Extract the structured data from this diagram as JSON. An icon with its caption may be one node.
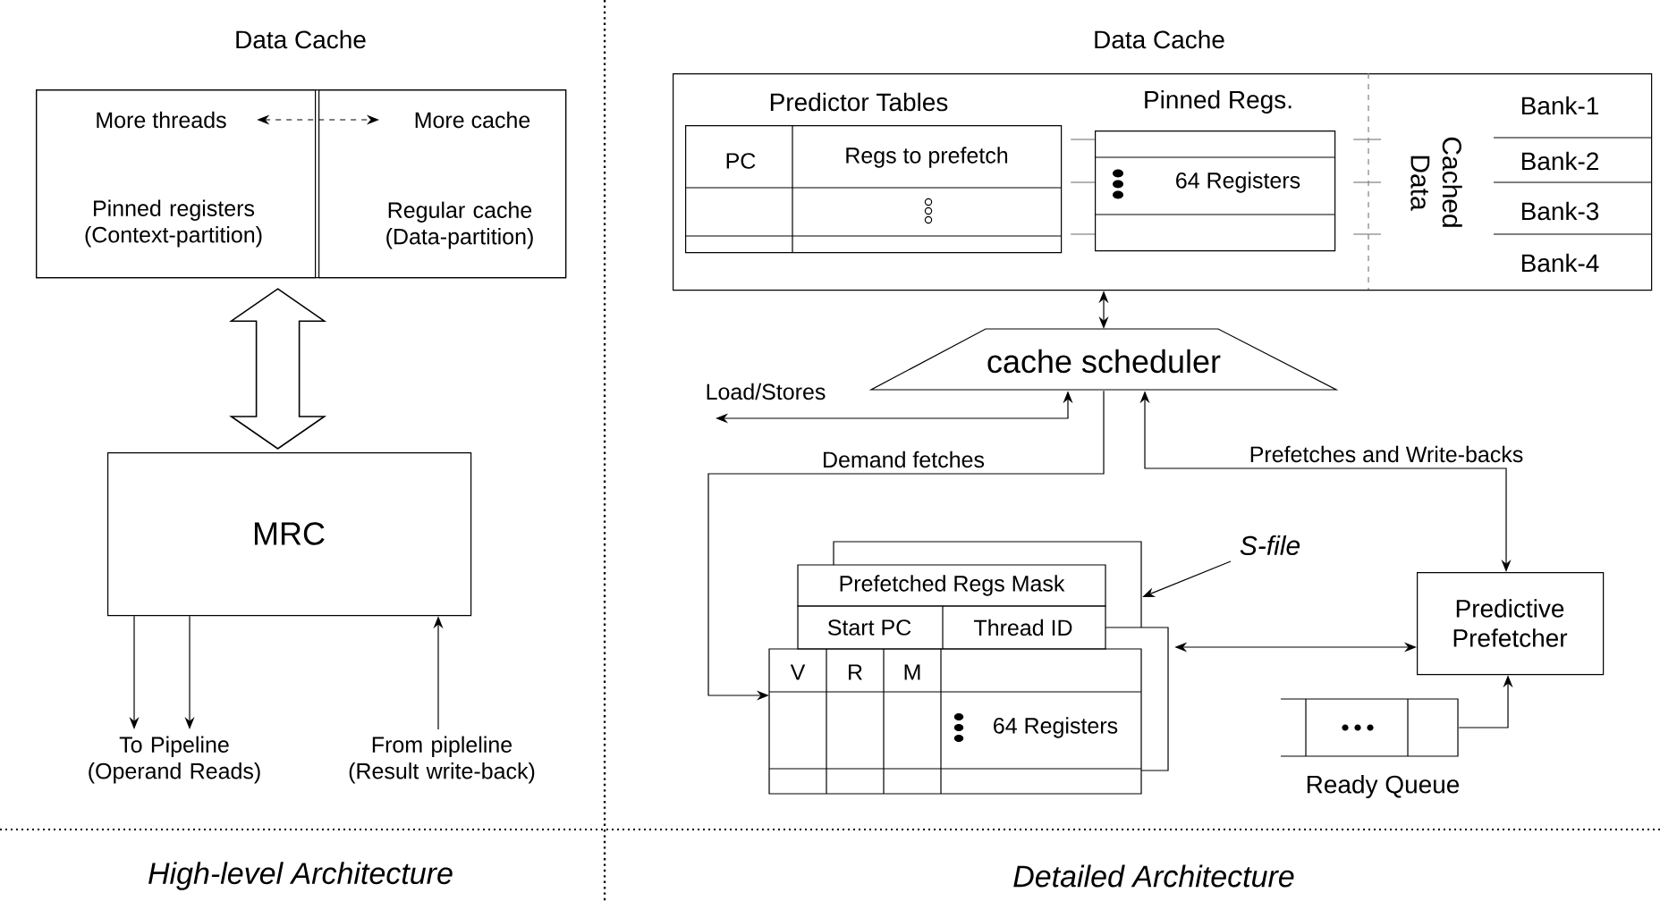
{
  "diagram": {
    "nodes": [
      {
        "text": [
          "Data Cache"
        ]
      },
      {
        "text": [
          "More threads",
          "Pinned registers (Context-partition)"
        ],
        "in": 0
      },
      {
        "text": [
          "More cache",
          "Regular cache (Data-partition)"
        ],
        "in": 0
      },
      {
        "text": [
          "MRC"
        ]
      },
      {
        "text": [
          "To Pipeline (Operand Reads)"
        ]
      },
      {
        "text": [
          "From pipleline (Result write-back)"
        ]
      },
      {
        "text": [
          "Data Cache"
        ]
      },
      {
        "text": [
          "Predictor Tables",
          "PC",
          "Regs to prefetch"
        ],
        "in": 6
      },
      {
        "text": [
          "Pinned Regs.",
          "64 Registers"
        ],
        "in": 6
      },
      {
        "text": [
          "Cached Data",
          "Bank-1",
          "Bank-2",
          "Bank-3",
          "Bank-4"
        ],
        "in": 6
      },
      {
        "text": [
          "cache scheduler"
        ]
      },
      {
        "text": [
          "Prefetched Regs Mask",
          "Start PC",
          "Thread ID",
          "V",
          "R",
          "M",
          "64 Registers"
        ]
      },
      {
        "text": [
          "S-file"
        ]
      },
      {
        "text": [
          "Predictive Prefetcher"
        ]
      },
      {
        "text": [
          "Ready Queue"
        ]
      }
    ],
    "edges": [
      {
        "from": 0,
        "to": 3,
        "arrow": "both",
        "style": "thick"
      },
      {
        "from": 3,
        "to": 4,
        "arrow": "to"
      },
      {
        "from": 3,
        "to": 4,
        "arrow": "to"
      },
      {
        "from": 5,
        "to": 3,
        "arrow": "to"
      },
      {
        "from": 6,
        "to": 10,
        "arrow": "both"
      },
      {
        "from": 10,
        "to": null,
        "arrow": "both",
        "label": "Load/Stores"
      },
      {
        "from": 10,
        "to": 11,
        "arrow": "to",
        "label": "Demand fetches"
      },
      {
        "from": 10,
        "to": 13,
        "arrow": "both",
        "label": "Prefetches and Write-backs"
      },
      {
        "from": 12,
        "to": 11,
        "arrow": "to"
      },
      {
        "from": 11,
        "to": 13,
        "arrow": "both"
      },
      {
        "from": 14,
        "to": 13,
        "arrow": "to"
      },
      {
        "from": 1,
        "to": 2,
        "arrow": "both",
        "style": "dashed"
      },
      {
        "from": 7,
        "to": 8,
        "arrow": "none",
        "color": "#808080"
      },
      {
        "from": 7,
        "to": 8,
        "arrow": "none",
        "color": "#808080"
      },
      {
        "from": 7,
        "to": 8,
        "arrow": "none",
        "color": "#808080"
      },
      {
        "from": 8,
        "to": 9,
        "arrow": "none",
        "color": "#808080"
      },
      {
        "from": 8,
        "to": 9,
        "arrow": "none",
        "color": "#808080"
      },
      {
        "from": 8,
        "to": 9,
        "arrow": "none",
        "color": "#808080"
      }
    ],
    "labels": [
      "High-level Architecture",
      "Detailed Architecture"
    ]
  }
}
